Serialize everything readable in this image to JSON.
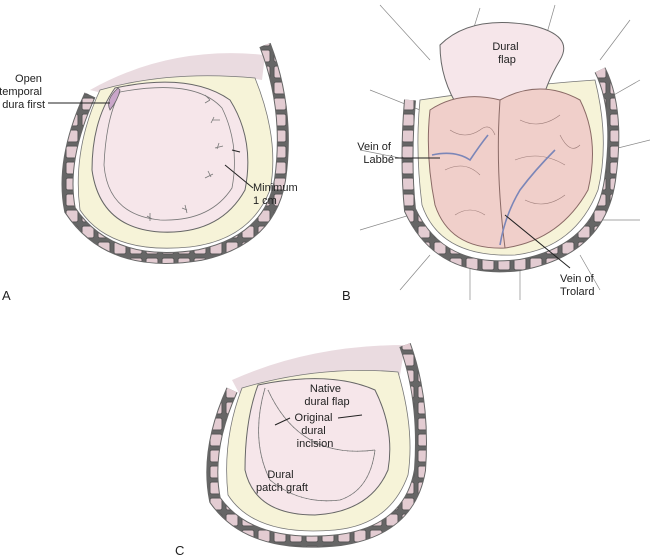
{
  "panels": {
    "a": {
      "letter": "A",
      "label_open": [
        "Open",
        "temporal",
        "dura first"
      ],
      "label_min": [
        "Minimum",
        "1 cm"
      ]
    },
    "b": {
      "letter": "B",
      "label_flap": [
        "Dural",
        "flap"
      ],
      "label_labbe": [
        "Vein of",
        "Labbé"
      ],
      "label_trolard": [
        "Vein of",
        "Trolard"
      ]
    },
    "c": {
      "letter": "C",
      "label_native": [
        "Native",
        "dural flap"
      ],
      "label_incision": [
        "Original",
        "dural",
        "incision"
      ],
      "label_graft": [
        "Dural",
        "patch graft"
      ]
    }
  },
  "colors": {
    "bone": "#e8dadd",
    "gap": "#f6f3d8",
    "dura": "#f6e6ea",
    "brain": "#f0cfca",
    "vein": "#7b86b8"
  }
}
